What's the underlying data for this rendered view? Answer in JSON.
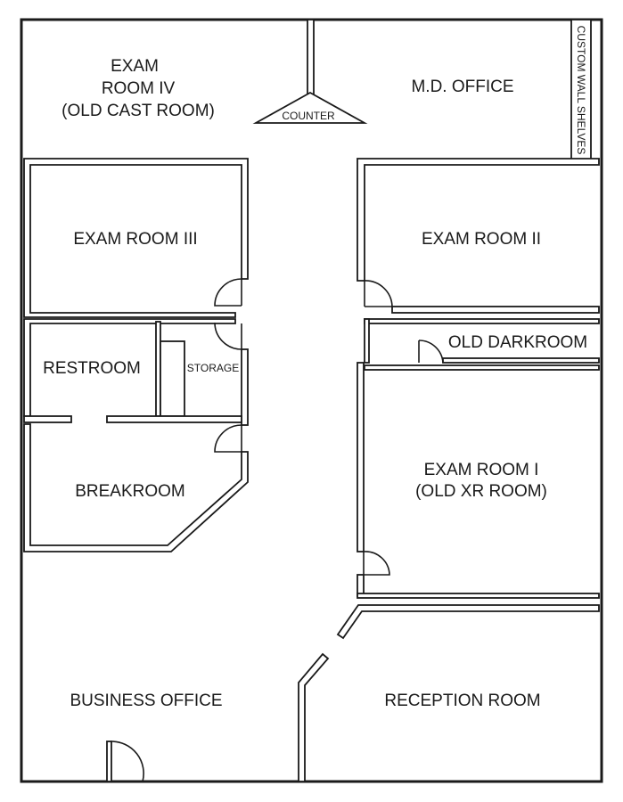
{
  "rooms": {
    "exam_room_iv": [
      "EXAM",
      "ROOM IV",
      "(OLD CAST ROOM)"
    ],
    "md_office": "M.D. OFFICE",
    "counter": "COUNTER",
    "custom_wall_shelves": "CUSTOM WALL SHELVES",
    "exam_room_iii": "EXAM ROOM III",
    "exam_room_ii": "EXAM ROOM II",
    "restroom": "RESTROOM",
    "storage": "STORAGE",
    "old_darkroom": "OLD DARKROOM",
    "breakroom": "BREAKROOM",
    "exam_room_i": [
      "EXAM ROOM I",
      "(OLD XR ROOM)"
    ],
    "business_office": "BUSINESS OFFICE",
    "reception_room": "RECEPTION ROOM"
  }
}
